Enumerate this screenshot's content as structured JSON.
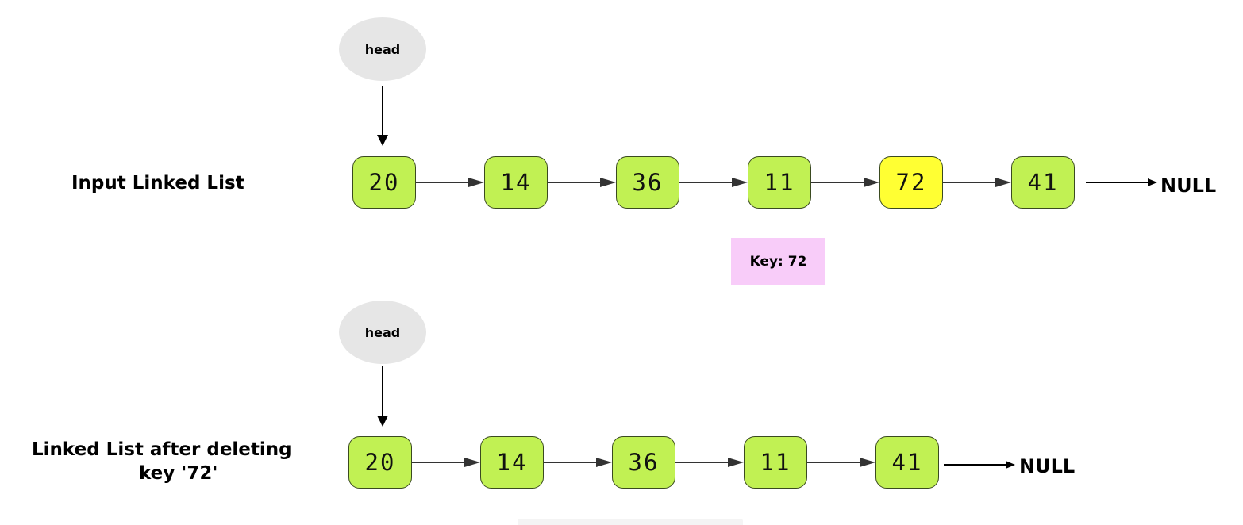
{
  "diagram": {
    "input_label": "Input Linked List",
    "output_label_line1": "Linked List after deleting",
    "output_label_line2": "key '72'",
    "head_label": "head",
    "null_label": "NULL",
    "key_label": "Key: 72",
    "input_nodes": [
      "20",
      "14",
      "36",
      "11",
      "72",
      "41"
    ],
    "output_nodes": [
      "20",
      "14",
      "36",
      "11",
      "41"
    ],
    "highlighted_node": "72",
    "colors": {
      "node_fill": "#c1f153",
      "highlight_fill": "#ffff33",
      "head_fill": "#e6e6e6",
      "key_fill": "#f8ccf9"
    }
  }
}
